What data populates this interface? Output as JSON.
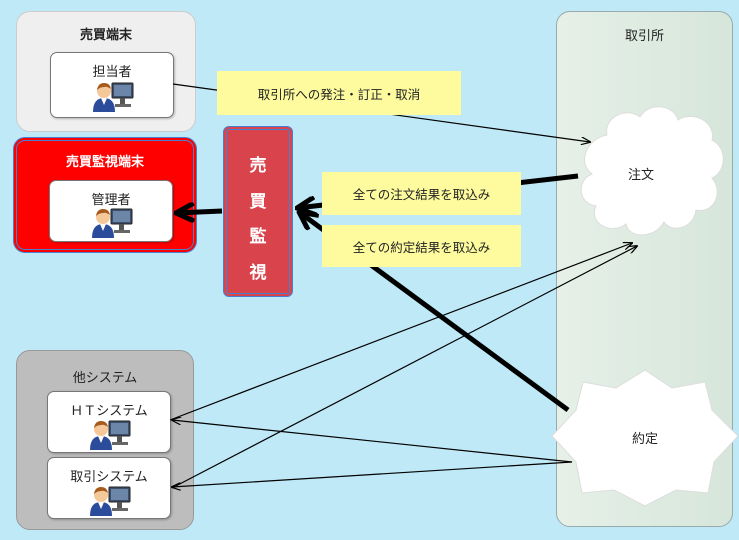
{
  "trading_terminal": {
    "title": "売買端末",
    "user": "担当者"
  },
  "monitoring_terminal": {
    "title": "売買監視端末",
    "user": "管理者"
  },
  "monitor_box": {
    "chars": [
      "売",
      "買",
      "監",
      "視"
    ]
  },
  "other_systems": {
    "title": "他システム",
    "items": [
      "ＨＴシステム",
      "取引システム"
    ]
  },
  "exchange": {
    "title": "取引所",
    "order": "注文",
    "execution": "約定"
  },
  "notes": {
    "order_send": "取引所への発注・訂正・取消",
    "order_results": "全ての注文結果を取込み",
    "execution_results": "全ての約定結果を取込み"
  },
  "colors": {
    "background": "#bfe9f7",
    "red_panel": "#ff0000",
    "monitor_box": "#d9434b",
    "note": "#fdfb9e"
  },
  "icons": [
    "person-computer-icon"
  ]
}
